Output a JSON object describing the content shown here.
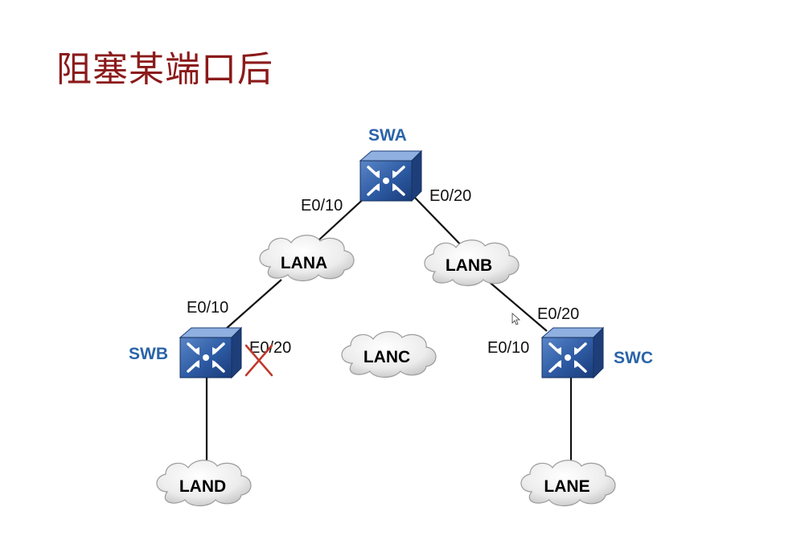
{
  "title": "阻塞某端口后",
  "switches": {
    "swa": "SWA",
    "swb": "SWB",
    "swc": "SWC"
  },
  "lans": {
    "lana": "LANA",
    "lanb": "LANB",
    "lanc": "LANC",
    "land": "LAND",
    "lane": "LANE"
  },
  "ports": {
    "swa_left": "E0/10",
    "swa_right": "E0/20",
    "swb_top": "E0/10",
    "swb_right": "E0/20",
    "swc_top": "E0/20",
    "swc_left": "E0/10"
  },
  "blocked_port": "SWB E0/20",
  "colors": {
    "title": "#8b1a1a",
    "switch_label": "#2a64a8",
    "blocked_mark": "#c0392b"
  }
}
